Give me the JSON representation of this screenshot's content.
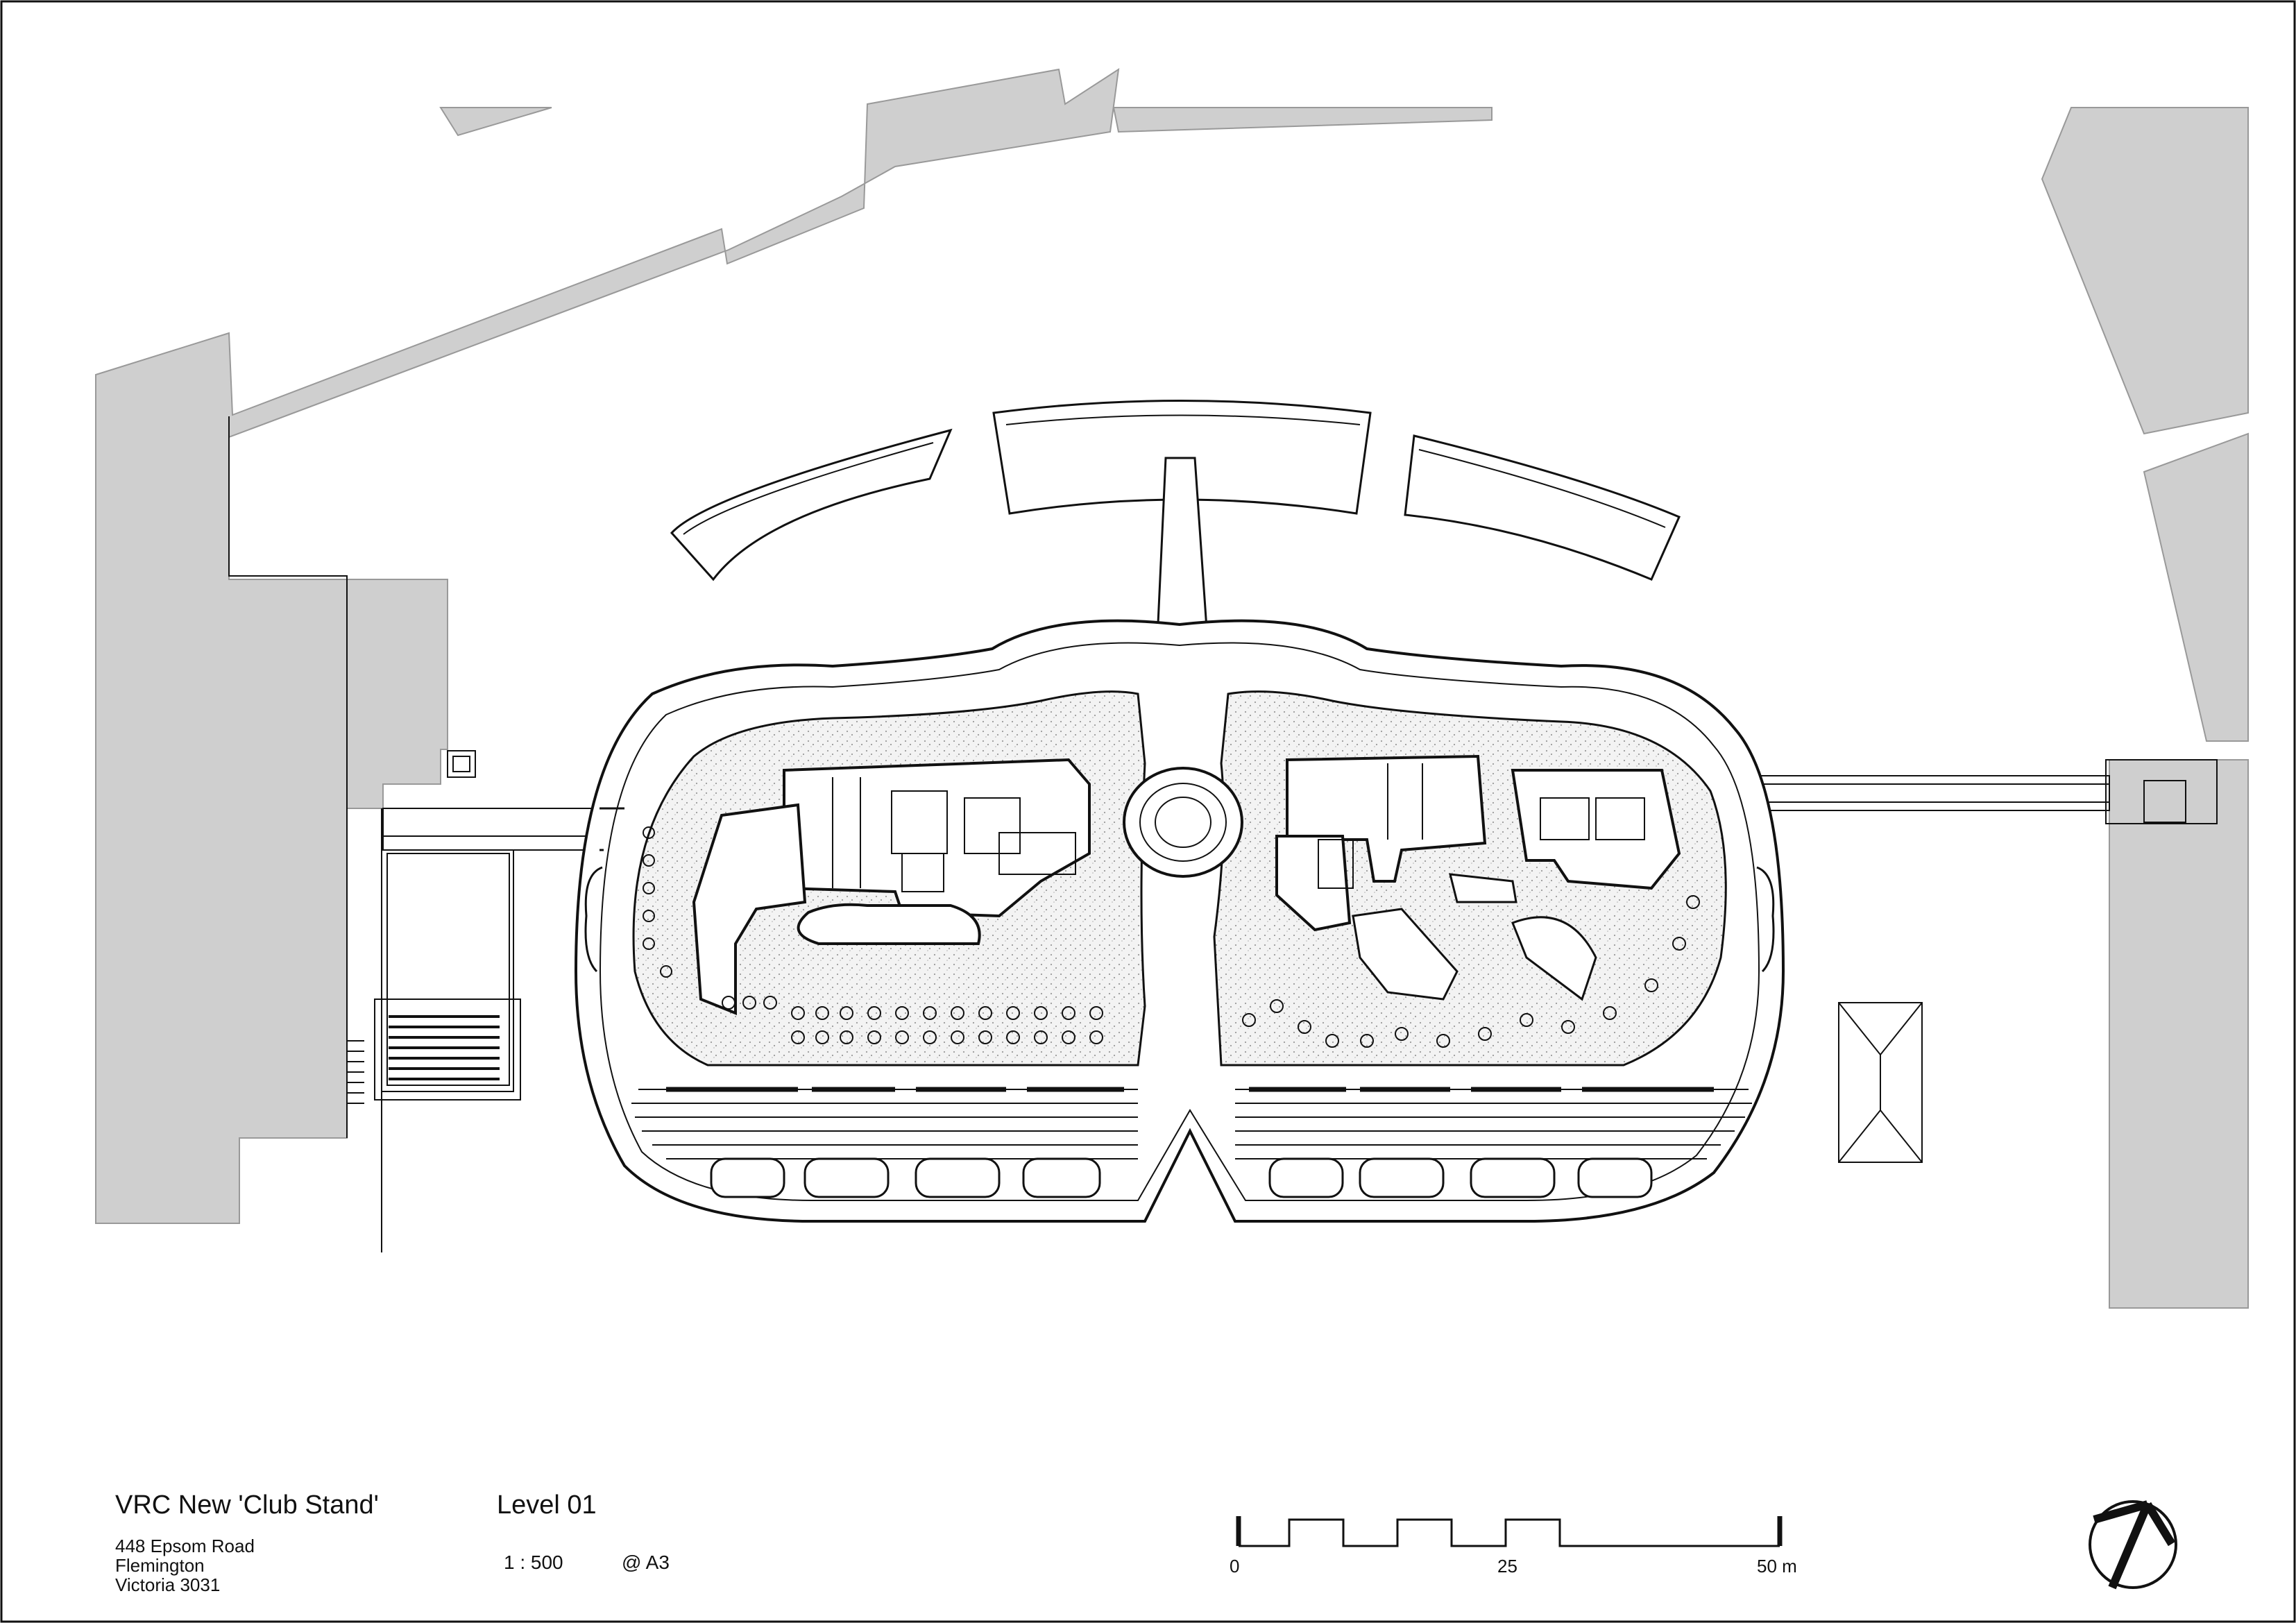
{
  "title_block": {
    "project": "VRC New 'Club Stand'",
    "address": [
      "448 Epsom Road",
      "Flemington",
      "Victoria 3031"
    ],
    "level": "Level 01",
    "scale": "1 : 500",
    "paper": "@ A3"
  },
  "scale_bar": {
    "labels": [
      "0",
      "25",
      "50 m"
    ]
  },
  "north_arrow": {
    "icon": "north-arrow-icon"
  },
  "colors": {
    "line": "#111111",
    "context_fill": "#cfcfcf",
    "floor_hatch": "#bdbdbd",
    "background": "#ffffff"
  }
}
